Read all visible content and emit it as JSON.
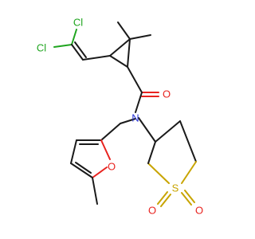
{
  "atoms": {
    "cl_top": {
      "text": "Cl",
      "color": "#1fa51f"
    },
    "cl_left": {
      "text": "Cl",
      "color": "#1fa51f"
    },
    "carbonyl_o": {
      "text": "O",
      "color": "#e8231f"
    },
    "amide_n": {
      "text": "N",
      "color": "#2a35d8"
    },
    "furan_o": {
      "text": "O",
      "color": "#e8231f"
    },
    "sulfur": {
      "text": "S",
      "color": "#c8a400"
    },
    "sulfone_o_left": {
      "text": "O",
      "color": "#e8231f"
    },
    "sulfone_o_right": {
      "text": "O",
      "color": "#e8231f"
    }
  }
}
